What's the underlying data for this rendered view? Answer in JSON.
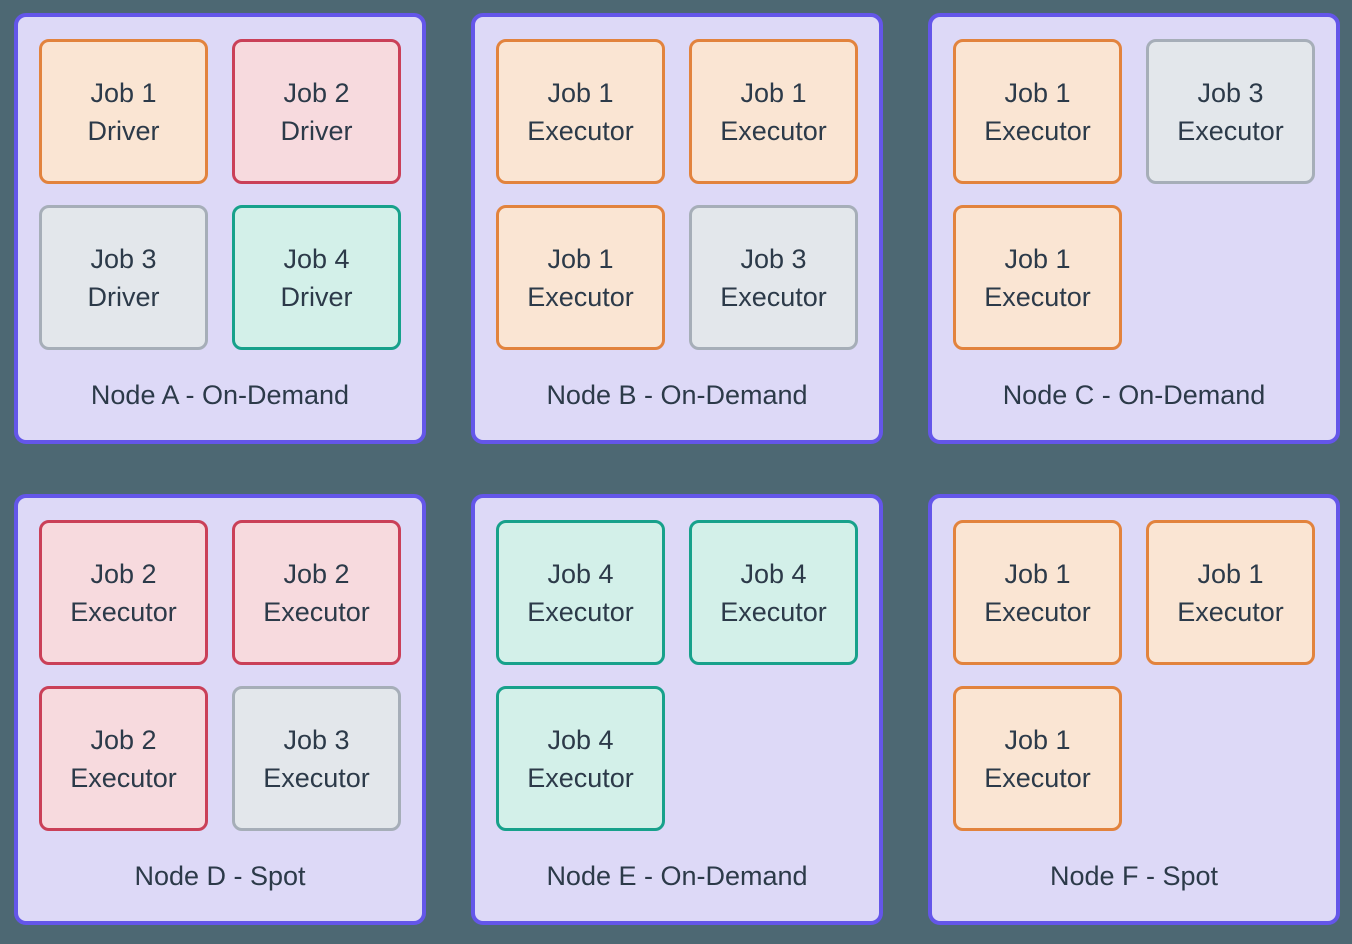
{
  "diagram": {
    "title_hint": "Spark jobs placement across cluster nodes",
    "colors": {
      "page_background": "#4D6873",
      "node_fill": "#DDD9F7",
      "node_border": "#6456E9",
      "text": "#2C3A49"
    },
    "job_styles": {
      "job1": {
        "border": "#E2833D",
        "fill": "#FAE5D3"
      },
      "job2": {
        "border": "#CA4058",
        "fill": "#F7DADE"
      },
      "job3": {
        "border": "#A6AEB8",
        "fill": "#E3E7EB"
      },
      "job4": {
        "border": "#17A18B",
        "fill": "#D3F0E9"
      }
    },
    "nodes": [
      {
        "id": "node-a",
        "label": "Node A - On-Demand",
        "cards": [
          {
            "line1": "Job 1",
            "line2": "Driver",
            "style": "job1"
          },
          {
            "line1": "Job 2",
            "line2": "Driver",
            "style": "job2"
          },
          {
            "line1": "Job 3",
            "line2": "Driver",
            "style": "job3"
          },
          {
            "line1": "Job 4",
            "line2": "Driver",
            "style": "job4"
          }
        ]
      },
      {
        "id": "node-b",
        "label": "Node B - On-Demand",
        "cards": [
          {
            "line1": "Job 1",
            "line2": "Executor",
            "style": "job1"
          },
          {
            "line1": "Job 1",
            "line2": "Executor",
            "style": "job1"
          },
          {
            "line1": "Job 1",
            "line2": "Executor",
            "style": "job1"
          },
          {
            "line1": "Job 3",
            "line2": "Executor",
            "style": "job3"
          }
        ]
      },
      {
        "id": "node-c",
        "label": "Node C - On-Demand",
        "cards": [
          {
            "line1": "Job 1",
            "line2": "Executor",
            "style": "job1"
          },
          {
            "line1": "Job 3",
            "line2": "Executor",
            "style": "job3"
          },
          {
            "line1": "Job 1",
            "line2": "Executor",
            "style": "job1"
          }
        ]
      },
      {
        "id": "node-d",
        "label": "Node D - Spot",
        "cards": [
          {
            "line1": "Job 2",
            "line2": "Executor",
            "style": "job2"
          },
          {
            "line1": "Job 2",
            "line2": "Executor",
            "style": "job2"
          },
          {
            "line1": "Job 2",
            "line2": "Executor",
            "style": "job2"
          },
          {
            "line1": "Job 3",
            "line2": "Executor",
            "style": "job3"
          }
        ]
      },
      {
        "id": "node-e",
        "label": "Node E - On-Demand",
        "cards": [
          {
            "line1": "Job 4",
            "line2": "Executor",
            "style": "job4"
          },
          {
            "line1": "Job 4",
            "line2": "Executor",
            "style": "job4"
          },
          {
            "line1": "Job 4",
            "line2": "Executor",
            "style": "job4"
          }
        ]
      },
      {
        "id": "node-f",
        "label": "Node F - Spot",
        "cards": [
          {
            "line1": "Job 1",
            "line2": "Executor",
            "style": "job1"
          },
          {
            "line1": "Job 1",
            "line2": "Executor",
            "style": "job1"
          },
          {
            "line1": "Job 1",
            "line2": "Executor",
            "style": "job1"
          }
        ]
      }
    ]
  }
}
